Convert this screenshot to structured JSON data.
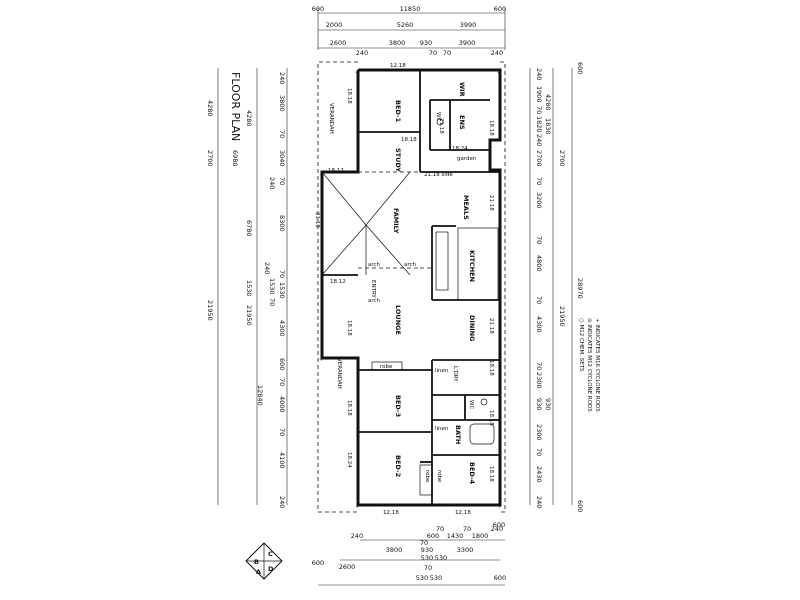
{
  "plan_title": "FLOOR PLAN",
  "rooms": {
    "bed1": "BED-1",
    "study": "STUDY",
    "wir": "WIR",
    "ens": "ENS",
    "wc_top": "WC",
    "garden": "garden",
    "meals": "MEALS",
    "family": "FAMILY",
    "kitchen": "KITCHEN",
    "entry": "ENTRY",
    "lounge": "LOUNGE",
    "dining": "DINING",
    "robe_mid": "robe",
    "bed3": "BED-3",
    "linen": "linen",
    "ldry": "L'DRY",
    "wc_bot": "WC",
    "linen2": "linen",
    "bath": "BATH",
    "bed2": "BED-2",
    "bed4": "BED-4",
    "robe_b2": "robe",
    "robe_b4": "robe",
    "arch1": "arch",
    "arch2": "arch",
    "arch3": "arch",
    "verandah_top": "VERANDAH",
    "verandah_bot": "VERANDAH"
  },
  "window_codes": [
    "12.18",
    "18.18",
    "18.18",
    "18.12",
    "21.18 side",
    "21.18",
    "18.24",
    "21.18",
    "18.12",
    "18.18",
    "18.18",
    "18.24",
    "12.18",
    "12.18",
    "18.18",
    "21.18",
    "18.18",
    "21.18",
    "18.18",
    "18.18"
  ],
  "top_dims": {
    "row1": [
      "600",
      "11850",
      "600"
    ],
    "row2": [
      "2000",
      "5260",
      "3990"
    ],
    "row3": [
      "2600",
      "3800",
      "930",
      "3900"
    ],
    "row4": [
      "240",
      "70",
      "70",
      "240"
    ]
  },
  "bottom_dims": {
    "row1": [
      "240",
      "3800",
      "70",
      "930",
      "1430",
      "70",
      "1800",
      "240"
    ],
    "row2": [
      "600",
      "600",
      "70",
      "530",
      "530"
    ],
    "row3": [
      "2600",
      "70",
      "3300"
    ],
    "row4": [
      "600",
      "530",
      "530",
      "600"
    ]
  },
  "left_dims": {
    "outer": [
      "4280",
      "6980",
      "2700",
      "21950"
    ],
    "mid": [
      "4280",
      "6780",
      "1530",
      "1530",
      "21950"
    ],
    "inner": [
      "240",
      "3800",
      "70",
      "3040",
      "70",
      "240",
      "8300",
      "240",
      "70",
      "1530",
      "70",
      "4300",
      "600",
      "12840",
      "70",
      "4000",
      "70",
      "4100",
      "240"
    ]
  },
  "right_dims": {
    "inner": [
      "240",
      "1900",
      "70",
      "1820",
      "240",
      "2700",
      "70",
      "3200",
      "70",
      "4800",
      "70",
      "4300",
      "70",
      "2300",
      "930",
      "2300",
      "70",
      "2430",
      "240"
    ],
    "mid": [
      "4280",
      "1830",
      "2700",
      "21950",
      "930"
    ],
    "outer": [
      "600",
      "28970",
      "600"
    ]
  },
  "legend": [
    "+ INDICATES M16 CYCLONE RODS",
    "⊙ INDICATES M12 CYCLONE RODS",
    "○ M12 CHEM. SETS"
  ],
  "compass": {
    "n": "C",
    "w": "B",
    "e": "D",
    "s": "A"
  }
}
